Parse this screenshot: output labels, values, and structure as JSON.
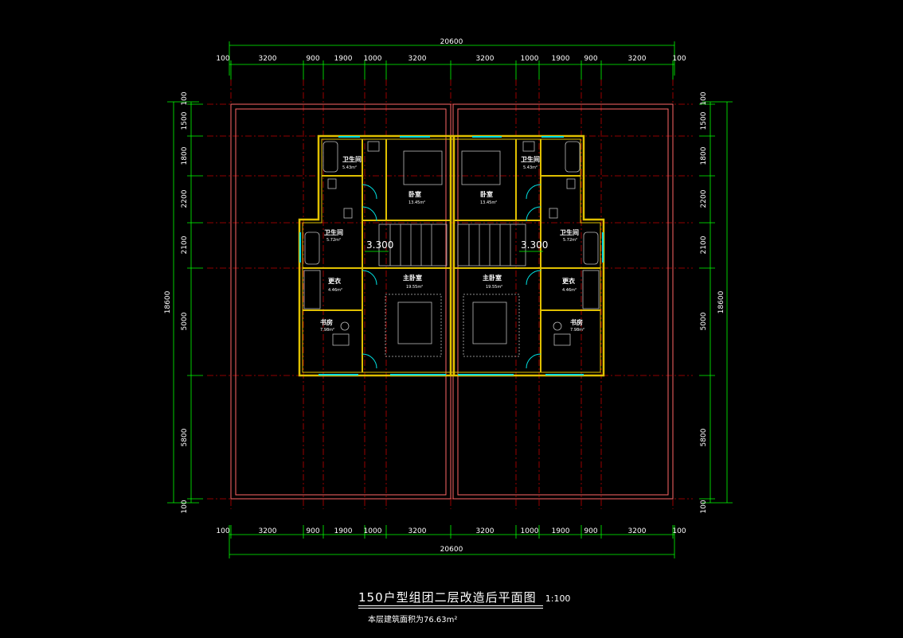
{
  "drawing": {
    "top_dims": [
      "100",
      "3200",
      "900",
      "1900",
      "1000",
      "3200",
      "3200",
      "1000",
      "1900",
      "900",
      "3200",
      "100"
    ],
    "top_total": "20600",
    "bottom_dims": [
      "100",
      "3200",
      "900",
      "1900",
      "1000",
      "3200",
      "3200",
      "1000",
      "1900",
      "900",
      "3200",
      "100"
    ],
    "bottom_total": "20600",
    "left_dims": [
      "100",
      "1500",
      "1800",
      "2200",
      "2100",
      "5000",
      "5800",
      "100"
    ],
    "left_total": "18600",
    "right_dims": [
      "100",
      "1500",
      "1800",
      "2200",
      "2100",
      "5000",
      "5800",
      "100"
    ],
    "right_total": "18600",
    "elevation_left": "3.300",
    "elevation_right": "3.300",
    "rooms": {
      "bath_top_left": "卫生间",
      "bath_top_right": "卫生间",
      "bath_top_left_area": "5.43m²",
      "bath_top_right_area": "5.43m²",
      "bedroom_left": "卧室",
      "bedroom_right": "卧室",
      "bedroom_left_area": "13.45m²",
      "bedroom_right_area": "13.45m²",
      "bath_mid_left": "卫生间",
      "bath_mid_right": "卫生间",
      "bath_mid_left_area": "5.72m²",
      "bath_mid_right_area": "5.72m²",
      "closet_left": "更衣",
      "closet_right": "更衣",
      "closet_left_area": "4.46m²",
      "closet_right_area": "4.46m²",
      "master_left": "主卧室",
      "master_right": "主卧室",
      "master_left_area": "19.55m²",
      "master_right_area": "19.55m²",
      "study_left": "书房",
      "study_right": "书房",
      "study_left_area": "7.98m²",
      "study_right_area": "7.98m²"
    }
  },
  "title": {
    "main": "150户型组团二层改造后平面图",
    "scale": "1:100",
    "area": "本层建筑面积为76.63m²"
  },
  "colors": {
    "background": "#000000",
    "dimension": "#00ff00",
    "axis": "#ff0000",
    "wall": "#ffff00",
    "outline": "#ff6666",
    "window": "#00ffff",
    "text": "#ffffff"
  }
}
